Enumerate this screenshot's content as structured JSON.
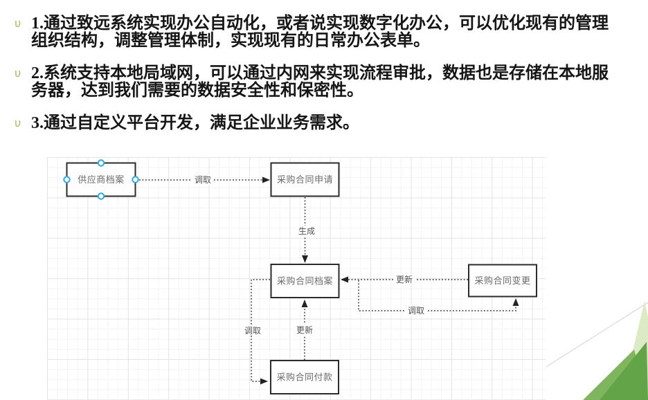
{
  "slide": {
    "bullets": [
      {
        "marker": "υ",
        "lines": [
          "1.通过致远系统实现办公自动化，或者说实现数字化办公，可以优化现有的管理",
          "组织结构，调整管理体制，实现现有的日常办公表单。"
        ]
      },
      {
        "marker": "υ",
        "lines": [
          "2.系统支持本地局域网，可以通过内网来实现流程审批，数据也是存储在本地服",
          "务器，达到我们需要的数据安全性和保密性。"
        ]
      },
      {
        "marker": "υ",
        "lines": [
          "3.通过自定义平台开发，满足企业业务需求。"
        ]
      }
    ]
  },
  "diagram": {
    "nodes": [
      {
        "label": "供应商档案",
        "selected": true
      },
      {
        "label": "采购合同申请",
        "selected": false
      },
      {
        "label": "采购合同档案",
        "selected": false
      },
      {
        "label": "采购合同变更",
        "selected": false
      },
      {
        "label": "采购合同付款",
        "selected": false
      }
    ],
    "edges": [
      {
        "from": "供应商档案",
        "to": "采购合同申请",
        "label": "调取"
      },
      {
        "from": "采购合同申请",
        "to": "采购合同档案",
        "label": "生成"
      },
      {
        "from": "采购合同变更",
        "to": "采购合同档案",
        "label": "更新"
      },
      {
        "from": "采购合同档案",
        "to": "采购合同变更",
        "label": "调取"
      },
      {
        "from": "采购合同付款",
        "to": "采购合同档案",
        "label": "更新"
      },
      {
        "from": "采购合同档案",
        "to": "采购合同付款",
        "label": "调取"
      }
    ]
  },
  "colors": {
    "bullet_green": "#a3bf5f",
    "handle_blue": "#2aa8e0",
    "node_border": "#2b2b2b",
    "grid_line_major": "#e4e4e4",
    "grid_line_minor": "#f3f3f3",
    "triangle_pale": "#dcebc6",
    "triangle_mid": "#7eb55e",
    "triangle_dark": "#63a448",
    "decor_line": "#d9d9d9"
  }
}
